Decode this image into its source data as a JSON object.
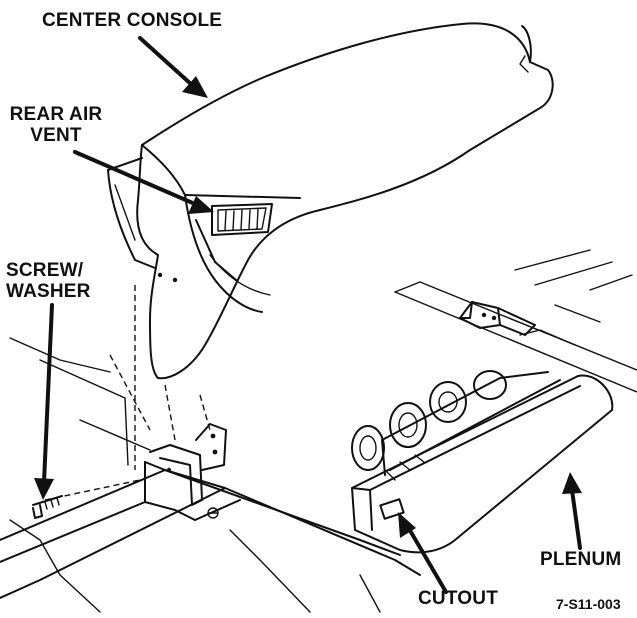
{
  "labels": {
    "center_console": "CENTER CONSOLE",
    "rear_air_vent_line1": "REAR AIR",
    "rear_air_vent_line2": "VENT",
    "screw_washer_line1": "SCREW/",
    "screw_washer_line2": "WASHER",
    "plenum": "PLENUM",
    "cutout": "CUTOUT"
  },
  "figure_id": "7-S11-003",
  "colors": {
    "ink": "#111111",
    "paper": "#ffffff"
  }
}
